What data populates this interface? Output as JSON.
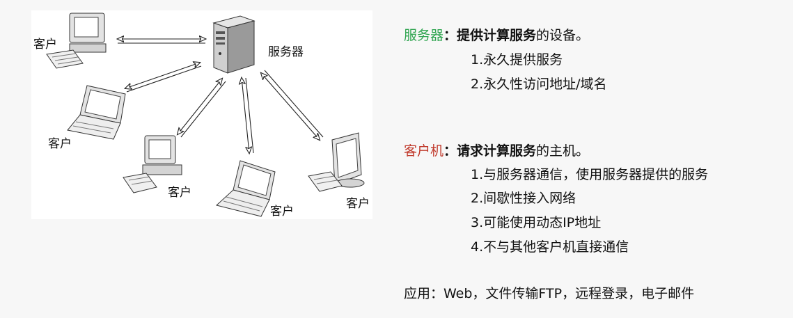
{
  "diagram": {
    "server_label": "服务器",
    "client_label": "客户"
  },
  "server_section": {
    "term": "服务器",
    "colon": "：",
    "bold_text": "提供计算服务",
    "rest": "的设备。",
    "items": [
      "1.永久提供服务",
      "2.永久性访问地址/域名"
    ],
    "term_color": "#2ea44f"
  },
  "client_section": {
    "term": "客户机",
    "colon": "：",
    "bold_text": "请求计算服务",
    "rest": "的主机。",
    "items": [
      "1.与服务器通信，使用服务器提供的服务",
      "2.间歇性接入网络",
      "3.可能使用动态IP地址",
      "4.不与其他客户机直接通信"
    ],
    "term_color": "#c0392b"
  },
  "applications": "应用：Web，文件传输FTP，远程登录，电子邮件"
}
